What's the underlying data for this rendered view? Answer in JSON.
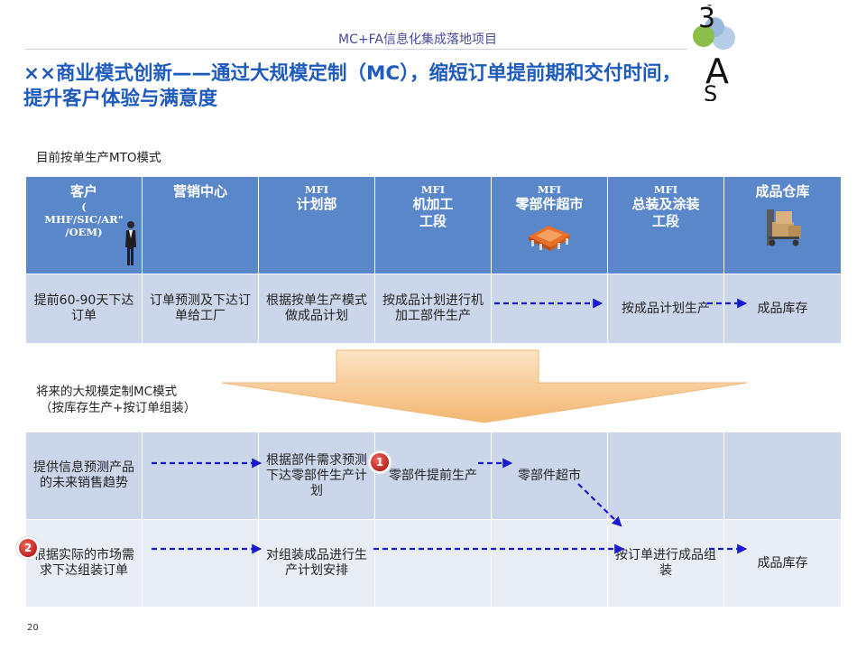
{
  "header": {
    "project_title": "MC+FA信息化集成落地项目",
    "main_title_line1": "××商业模式创新——通过大规模定制（MC），缩短订单提前期和交付时间，",
    "main_title_line2": "提升客户体验与满意度"
  },
  "mto": {
    "label": "目前按单生产MTO模式",
    "columns": [
      {
        "line1": "客户",
        "line2": "(",
        "line3": "MHF/SIC/AR\"",
        "line4": "/OEM)"
      },
      {
        "line1": "营销中心"
      },
      {
        "line0": "MFI",
        "line1": "计划部"
      },
      {
        "line0": "MFI",
        "line1": "机加工",
        "line2": "工段"
      },
      {
        "line0": "MFI",
        "line1": "零部件超市"
      },
      {
        "line0": "MFI",
        "line1": "总装及涂装",
        "line2": "工段"
      },
      {
        "line1": "成品仓库"
      }
    ],
    "cells": [
      "提前60-90天下达订单",
      "订单预测及下达订单给工厂",
      "根据按单生产模式做成品计划",
      "按成品计划进行机加工部件生产",
      "",
      "按成品计划生产",
      "成品库存"
    ]
  },
  "mc": {
    "label_line1": "将来的大规模定制MC模式",
    "label_line2": "（按库存生产+按订单组装）",
    "row1": [
      "提供信息预测产品的未来销售趋势",
      "",
      "根据部件需求预测下达零部件生产计划",
      "零部件提前生产",
      "零部件超市",
      "",
      ""
    ],
    "row2": [
      "根据实际的市场需求下达组装订单",
      "",
      "对组装成品进行生产计划安排",
      "",
      "",
      "按订单进行成品组装",
      "成品库存"
    ]
  },
  "badges": {
    "b1": "1",
    "b2": "2"
  },
  "page_number": "20",
  "colors": {
    "title_blue": "#1f5bbd",
    "header_fill": "#5a87c9",
    "row_fill": "#ccd6ea",
    "row_fill_light": "#e8edf6",
    "arrow_blue": "#1a1ad0",
    "badge_red": "#d42a2a",
    "big_arrow": "#f6c98e"
  }
}
